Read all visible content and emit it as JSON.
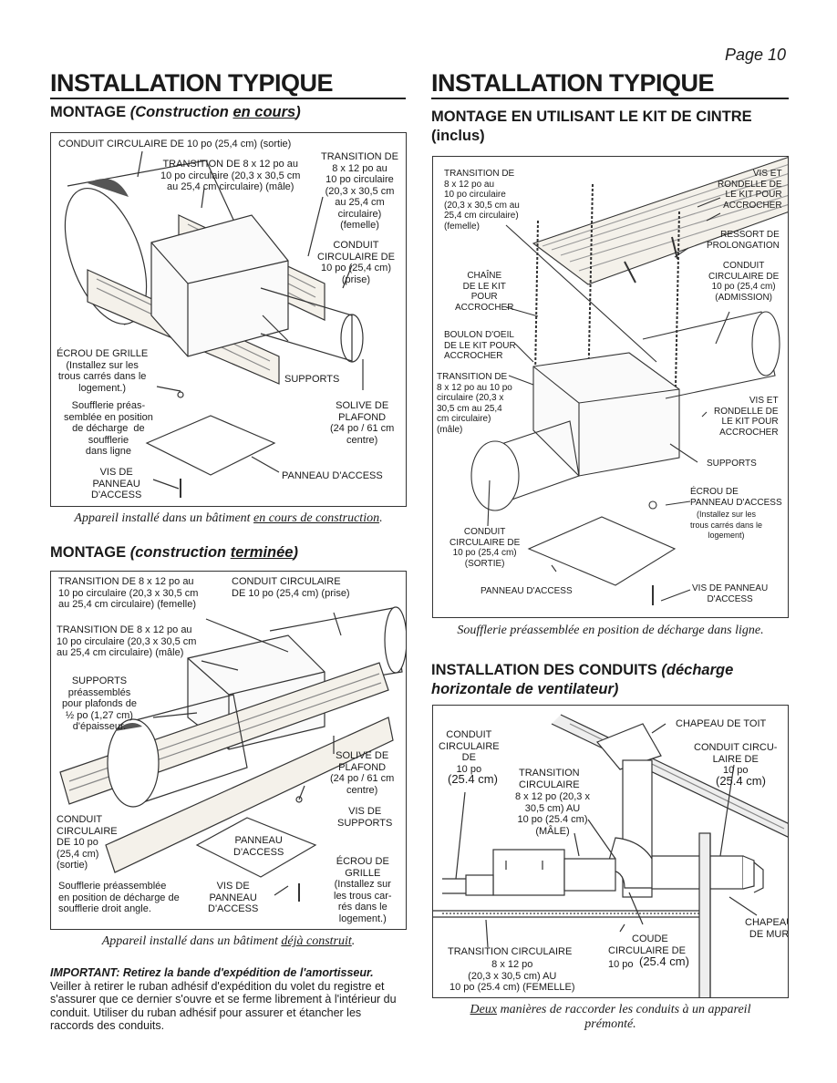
{
  "page": {
    "number": "Page 10"
  },
  "left": {
    "title": "INSTALLATION TYPIQUE",
    "sec1": {
      "heading_main": "MONTAGE ",
      "heading_italic": "(Construction ",
      "heading_underline": "en cours",
      "heading_close": ")",
      "labels": {
        "conduit_top": "CONDUIT CIRCULAIRE DE 10 po (25,4 cm) (sortie)",
        "transition_male": "TRANSITION DE 8 x 12 po au\n10 po circulaire (20,3 x 30,5 cm\nau 25,4 cm circulaire) (mâle)",
        "transition_female": "TRANSITION DE\n8 x 12 po au\n10 po circulaire\n(20,3 x 30,5 cm\nau 25,4 cm\ncirculaire)\n(femelle)",
        "conduit_inlet": "CONDUIT\nCIRCULAIRE DE\n10 po (25,4 cm)\n(prise)",
        "grille_nut": "ÉCROU DE GRILLE\n(Installez sur les\ntrous carrés dans le\nlogement.)",
        "supports": "SUPPORTS",
        "joist": "SOLIVE DE\nPLAFOND\n(24 po / 61 cm\ncentre)",
        "blower": "Soufflerie préas-\nsemblée en position\nde décharge  de\nsoufflerie\ndans ligne",
        "screw": "VIS DE\nPANNEAU\nD'ACCESS",
        "panel": "PANNEAU D'ACCESS"
      },
      "caption_pre": "Appareil installé dans un bâtiment ",
      "caption_u": "en cours de construction",
      "caption_post": "."
    },
    "sec2": {
      "heading_main": "MONTAGE ",
      "heading_italic": "(construction ",
      "heading_underline": "terminée",
      "heading_close": ")",
      "labels": {
        "transition_female": "TRANSITION DE 8 x 12 po au\n10 po circulaire (20,3 x 30,5 cm\nau 25,4 cm circulaire) (femelle)",
        "conduit_inlet": "CONDUIT CIRCULAIRE\nDE 10 po (25,4 cm) (prise)",
        "transition_male": "TRANSITION DE 8 x 12 po au\n10 po circulaire (20,3 x 30,5 cm\nau 25,4 cm circulaire) (mâle)",
        "supports": "SUPPORTS\npréassemblés\npour plafonds de\n½ po (1,27 cm)\nd'épaisseur.",
        "joist": "SOLIVE DE\nPLAFOND\n(24 po / 61 cm\ncentre)",
        "screw_supports": "VIS DE\nSUPPORTS",
        "conduit_out": "CONDUIT\nCIRCULAIRE\nDE 10 po\n(25,4 cm)\n(sortie)",
        "panel": "PANNEAU\nD'ACCESS",
        "grille_nut": "ÉCROU DE\nGRILLE\n(Installez sur\nles trous car-\nrés dans le\nlogement.)",
        "blower": "Soufflerie préassemblée\nen position de décharge de\nsoufflerie droit angle.",
        "screw": "VIS DE\nPANNEAU\nD'ACCESS"
      },
      "caption_pre": "Appareil installé dans un bâtiment ",
      "caption_u": "déjà construit",
      "caption_post": "."
    },
    "important": {
      "lead": "IMPORTANT: ",
      "lead_italic": "Retirez la bande d'expédition de l'amortisseur.",
      "body": "Veiller à retirer le ruban adhésif d'expédition du volet du registre et s'assurer que ce dernier s'ouvre et se ferme librement à l'intérieur du conduit. Utiliser du ruban adhésif pour assurer et étancher les raccords des conduits."
    }
  },
  "right": {
    "title": "INSTALLATION TYPIQUE",
    "sec1": {
      "heading": "MONTAGE EN UTILISANT LE KIT DE CINTRE\n(inclus)",
      "labels": {
        "transition_female": "TRANSITION DE\n8 x 12 po au\n10 po circulaire\n(20,3 x 30,5 cm au\n25,4 cm circulaire)\n(femelle)",
        "screw_washer_top": "VIS ET\nRONDELLE DE\nLE KIT POUR\nACCROCHER",
        "spring": "RESSORT DE\nPROLONGATION",
        "chain": "CHAÎNE\nDE LE KIT\nPOUR\nACCROCHER",
        "conduit_in": "CONDUIT\nCIRCULAIRE DE\n10 po (25,4 cm)\n(ADMISSION)",
        "eyebolt": "BOULON D'OEIL\nDE LE KIT POUR\nACCROCHER",
        "transition_male": "TRANSITION DE\n8 x 12 po au 10 po\ncirculaire (20,3 x\n30,5 cm au 25,4\ncm circulaire)\n(mâle)",
        "screw_washer_side": "VIS ET\nRONDELLE DE\nLE KIT POUR\nACCROCHER",
        "supports": "SUPPORTS",
        "nut": "ÉCROU DE\nPANNEAU D'ACCESS",
        "nut_note": "(Installez sur les\ntrous carrés dans le\nlogement)",
        "conduit_out": "CONDUIT\nCIRCULAIRE DE\n10 po (25,4 cm)\n(SORTIE)",
        "panel": "PANNEAU D'ACCESS",
        "screw_panel": "VIS DE PANNEAU\nD'ACCESS"
      },
      "caption": "Soufflerie préassemblée en position de décharge dans ligne."
    },
    "sec2": {
      "heading_main": "INSTALLATION DES CONDUITS ",
      "heading_italic": "(décharge\nhorizontale de ventilateur)",
      "labels": {
        "roof_cap": "CHAPEAU DE TOIT",
        "conduit_left": "CONDUIT\nCIRCULAIRE\nDE\n10 po",
        "conduit_left_cm": "(25.4 cm)",
        "transition_mid": "TRANSITION\nCIRCULAIRE",
        "transition_mid_small": "8 x 12 po (20,3 x\n30,5 cm) AU\n10 po (25.4 cm)\n(MÂLE)",
        "conduit_right": "CONDUIT CIRCU-\nLAIRE DE\n10 po",
        "conduit_right_cm": "(25.4 cm)",
        "wall_cap": "CHAPEAU\nDE MUR",
        "elbow": "COUDE",
        "conduit_elbow": "CIRCULAIRE DE",
        "conduit_elbow_po": "10 po",
        "conduit_elbow_cm": "(25.4 cm)",
        "transition_bottom": "TRANSITION CIRCULAIRE",
        "transition_bottom_small": "8 x 12 po\n(20,3 x 30,5 cm) AU\n10 po (25.4 cm) (FEMELLE)"
      },
      "caption_u": "Deux",
      "caption_rest": " manières de raccorder les conduits à un appareil\nprémonté."
    }
  }
}
